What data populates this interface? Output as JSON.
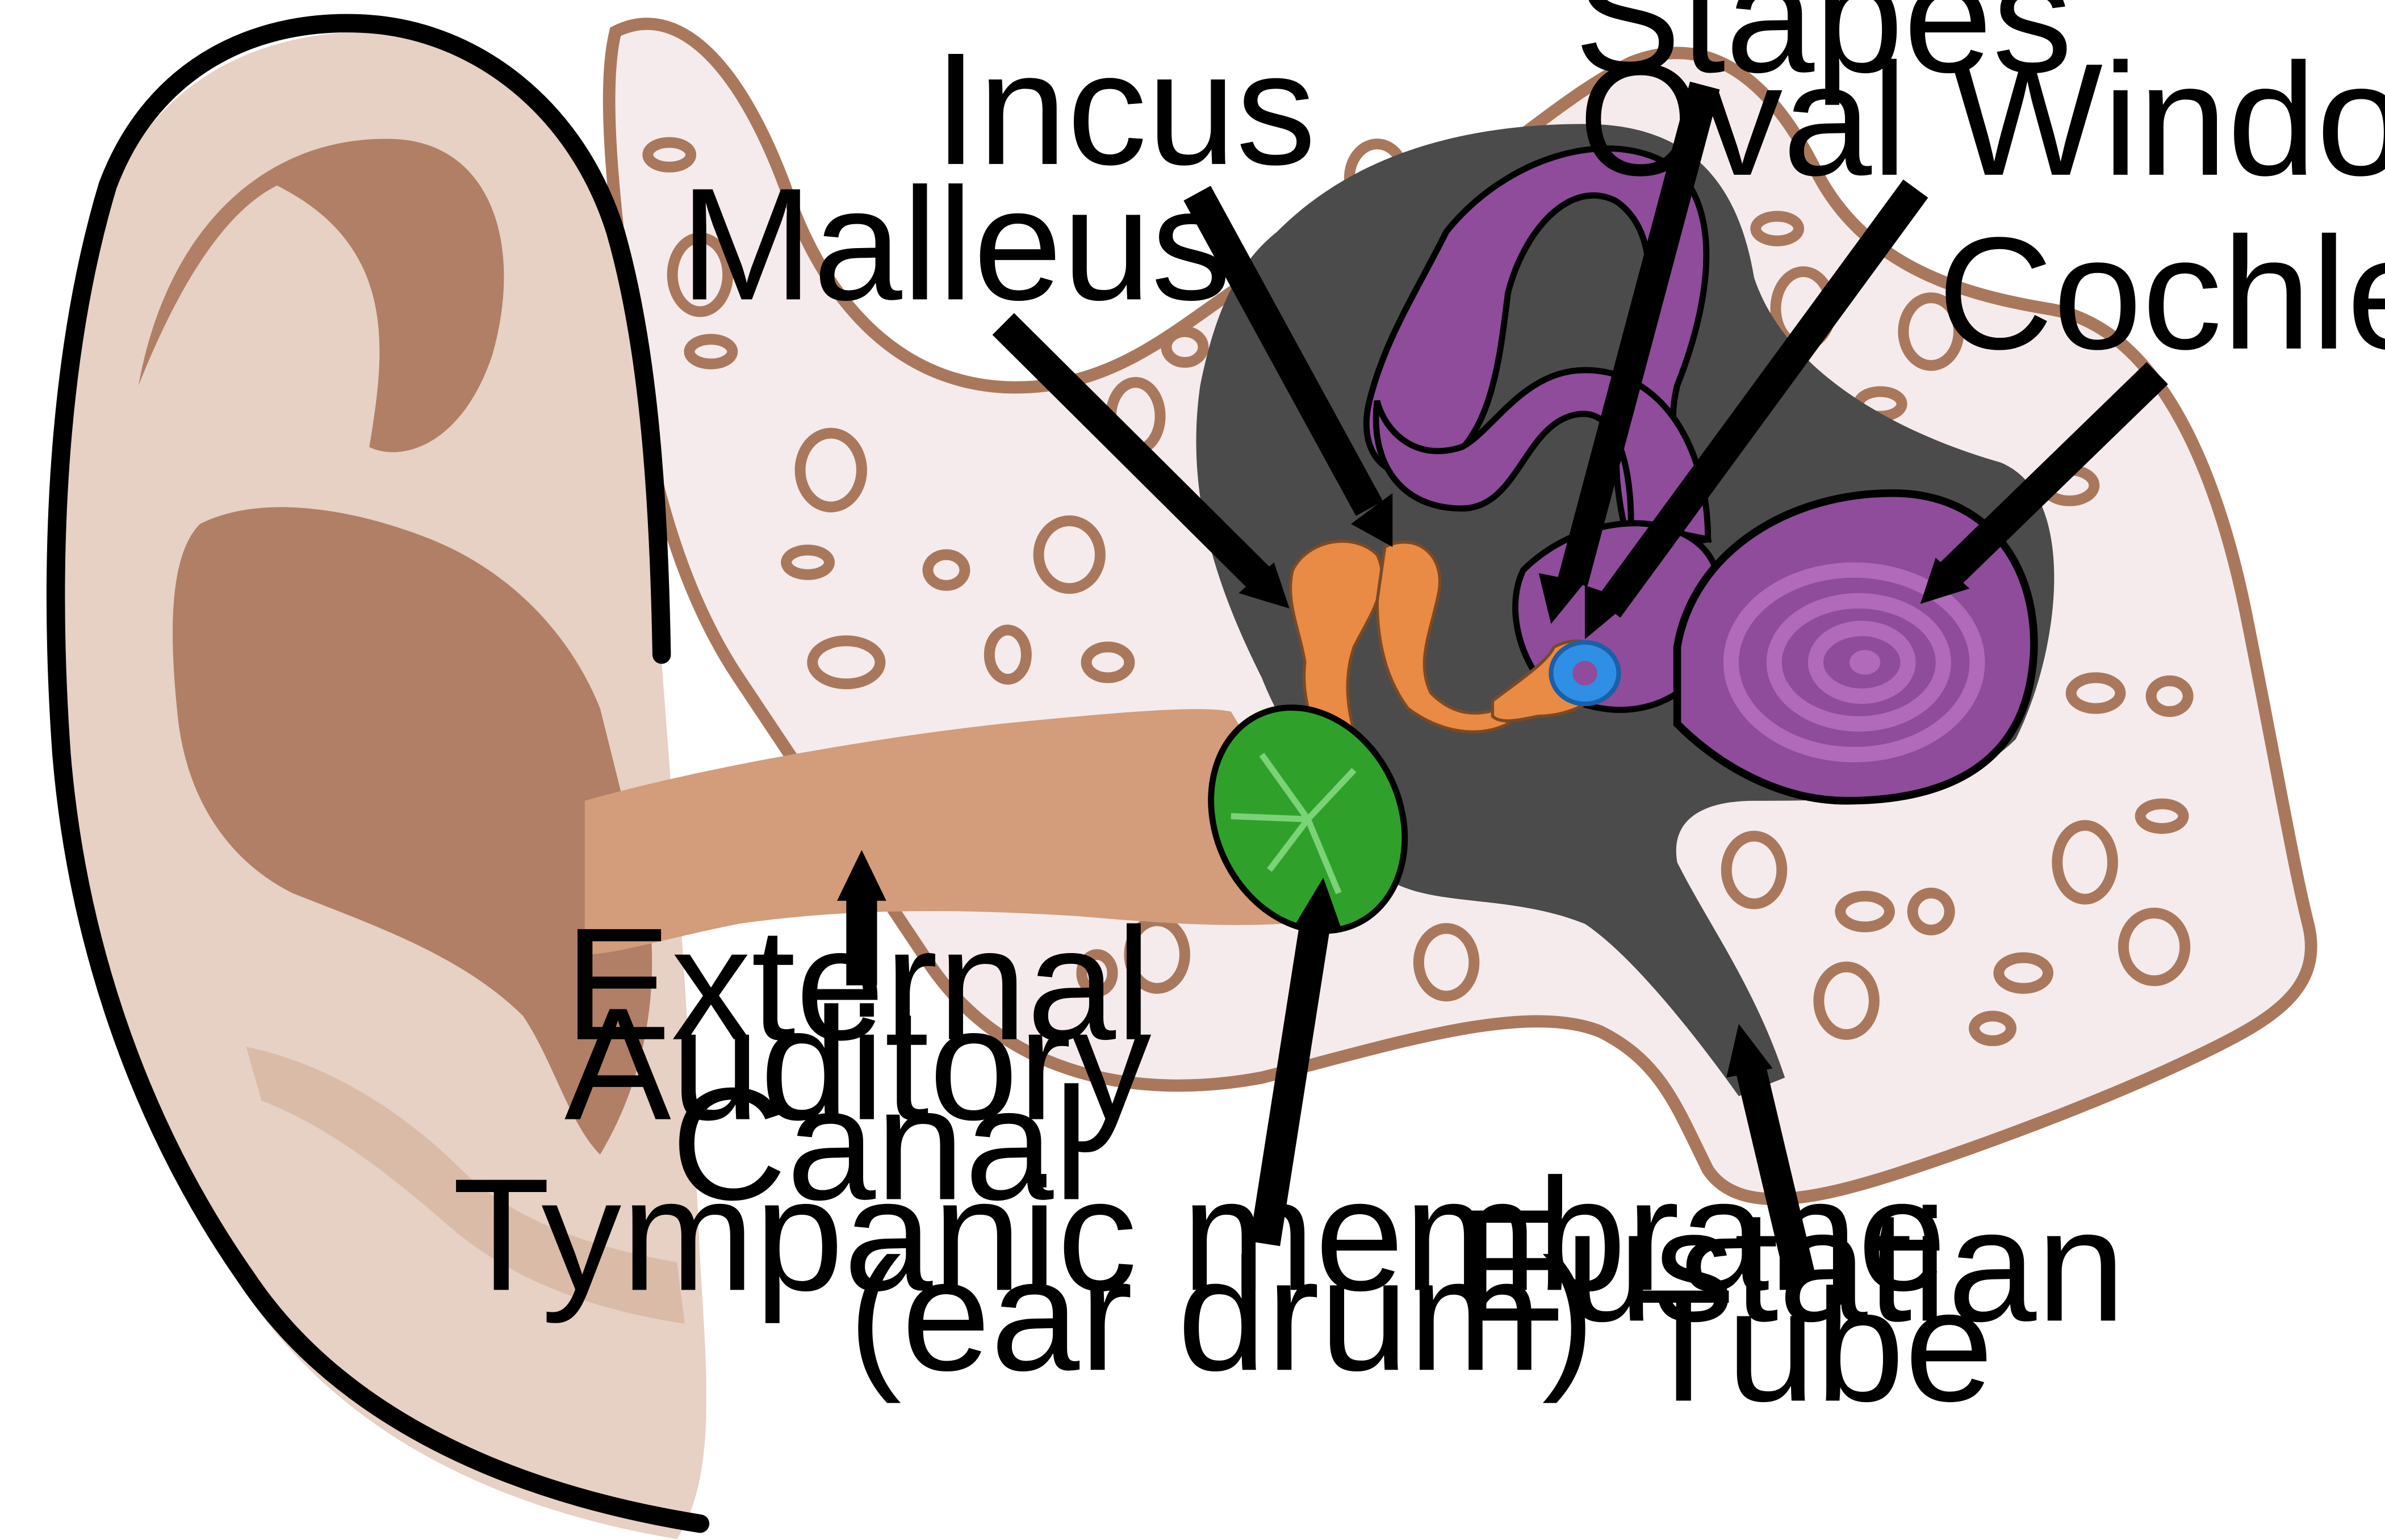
{
  "labels": {
    "stapes": "Stapes",
    "incus": "Incus",
    "oval_window": "Oval Window",
    "malleus": "Malleus",
    "cochlea": "Cochlea",
    "external_canal": [
      "External",
      "Auditory",
      "Canal"
    ],
    "tympanic": [
      "Tympanic membrane",
      "(ear drum)"
    ],
    "eustatian": [
      "Eustatian",
      "Tube"
    ]
  },
  "colors": {
    "outer_ear_skin": "#e7d0c4",
    "outer_ear_inner": "#b07f65",
    "ear_outline": "#000000",
    "bone": "#f5ebec",
    "bone_outline": "#a9785c",
    "cavity": "#4b4b4b",
    "canal": "#d39c7a",
    "ossicles": "#e98a45",
    "ear_drum": "#2fa12b",
    "cochlea": "#8e4c9a",
    "cochlea_light": "#b06ab9",
    "oval_window": "#2f8fe4"
  }
}
